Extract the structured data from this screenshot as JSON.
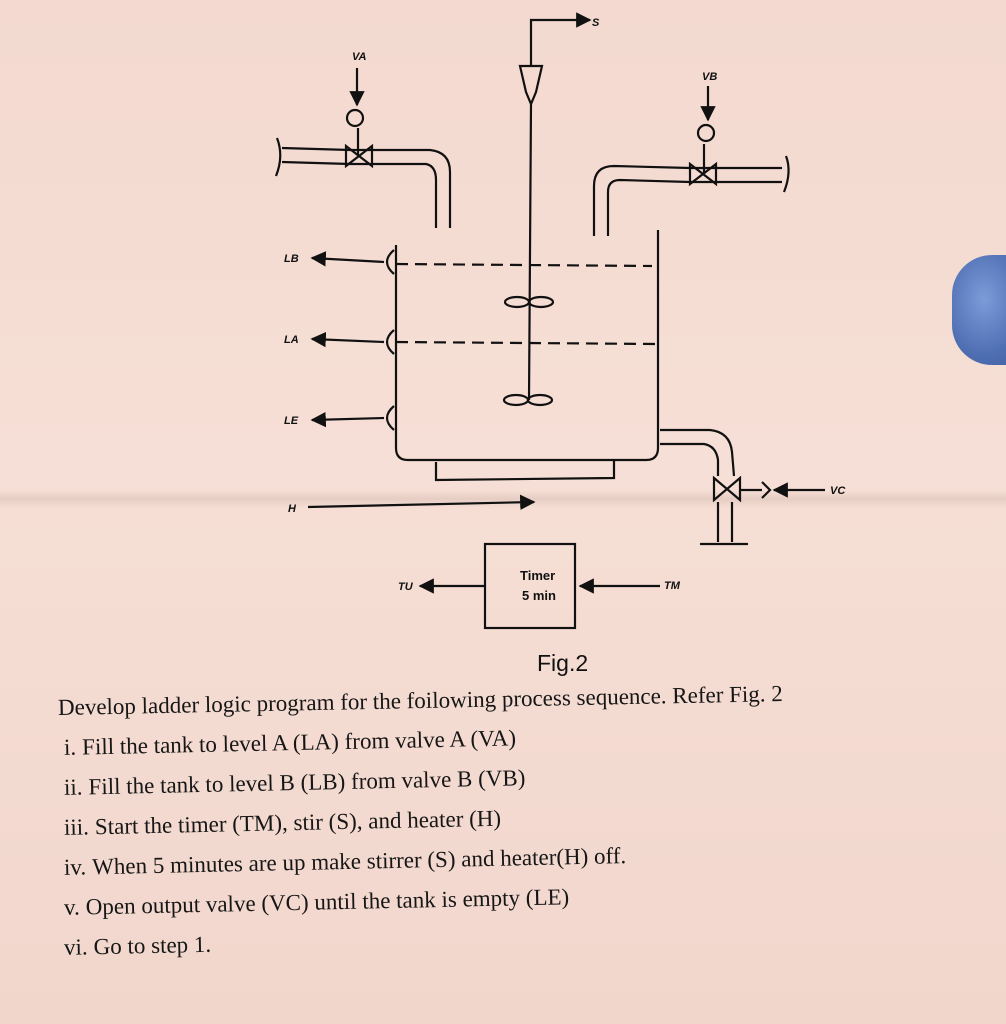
{
  "figure": {
    "caption": "Fig.2",
    "labels": {
      "va": "VA",
      "vb": "VB",
      "s": "S",
      "lb": "LB",
      "la": "LA",
      "le": "LE",
      "h": "H",
      "vc": "VC",
      "tu": "TU",
      "tm": "TM",
      "timer_line1": "Timer",
      "timer_line2": "5 min"
    }
  },
  "question": {
    "heading": "Develop ladder logic program for the foilowing process sequence. Refer Fig. 2",
    "steps": [
      {
        "num": "i.",
        "text": "Fill the tank to level A (LA) from valve A (VA)"
      },
      {
        "num": "ii.",
        "text": "Fill the tank to level B (LB) from valve B (VB)"
      },
      {
        "num": "iii.",
        "text": "Start the timer (TM), stir (S), and heater (H)"
      },
      {
        "num": "iv.",
        "text": "When 5 minutes are up make stirrer (S) and heater(H) off."
      },
      {
        "num": "v.",
        "text": "Open output valve (VC) until the tank is empty (LE)"
      },
      {
        "num": "vi.",
        "text": "Go to step 1."
      }
    ]
  }
}
